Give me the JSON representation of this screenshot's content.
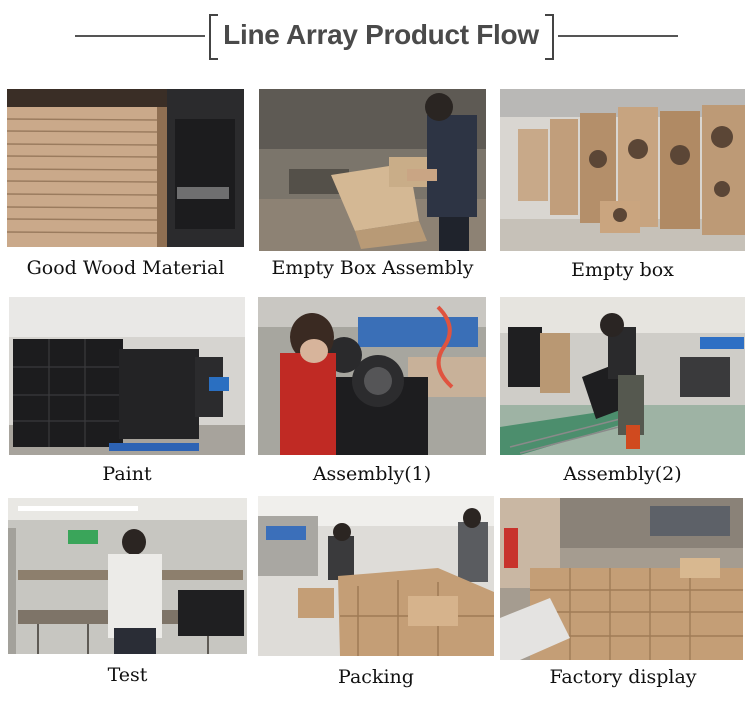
{
  "title": "Line Array Product Flow",
  "steps": [
    {
      "label": "Good Wood Material",
      "photo": "plywood-stack-photo"
    },
    {
      "label": "Empty Box Assembly",
      "photo": "box-assembly-photo"
    },
    {
      "label": "Empty box",
      "photo": "empty-boxes-photo"
    },
    {
      "label": "Paint",
      "photo": "painted-cabinets-photo"
    },
    {
      "label": "Assembly(1)",
      "photo": "driver-assembly-photo"
    },
    {
      "label": "Assembly(2)",
      "photo": "line-assembly-photo"
    },
    {
      "label": "Test",
      "photo": "testing-photo"
    },
    {
      "label": "Packing",
      "photo": "packing-photo"
    },
    {
      "label": "Factory display",
      "photo": "factory-display-photo"
    }
  ],
  "colors": {
    "title": "#4a4a4a",
    "rule": "#555555",
    "caption": "#111111"
  }
}
